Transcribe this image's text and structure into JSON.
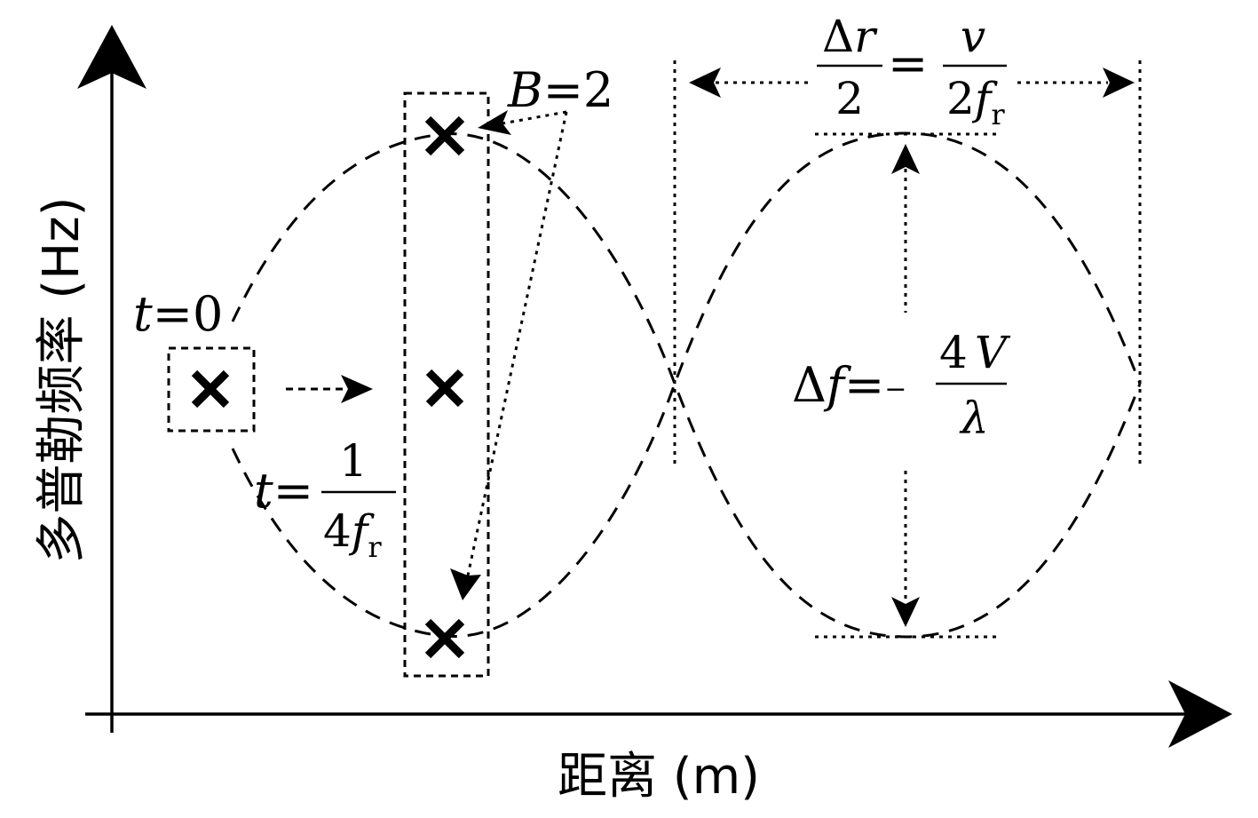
{
  "axes": {
    "x_label": "距离 (m)",
    "y_label": "多普勒频率 (Hz)"
  },
  "labels": {
    "t0": {
      "var": "t",
      "eq": "=0"
    },
    "t_quarter": {
      "var": "t",
      "eq": "=",
      "num": "1",
      "den_coef": "4",
      "den_var": "f",
      "den_sub": "r"
    },
    "bandwidth": {
      "var": "B",
      "eq": "=2"
    },
    "range_period": {
      "num_sym": "Δ",
      "num_var": "r",
      "den": "2",
      "eq": "=",
      "num2": "v",
      "den2_coef": "2",
      "den2_var": "f",
      "den2_sub": "r"
    },
    "doppler_span": {
      "sym": "Δ",
      "var": "f",
      "eq": "=",
      "sign": "−",
      "num_coef": "4",
      "num_var": "V",
      "den": "λ"
    }
  },
  "marks": {
    "cross_symbol": "×",
    "arrowhead_icon": "triangle-arrowhead"
  },
  "colors": {
    "ink": "#000000",
    "background": "#ffffff"
  }
}
